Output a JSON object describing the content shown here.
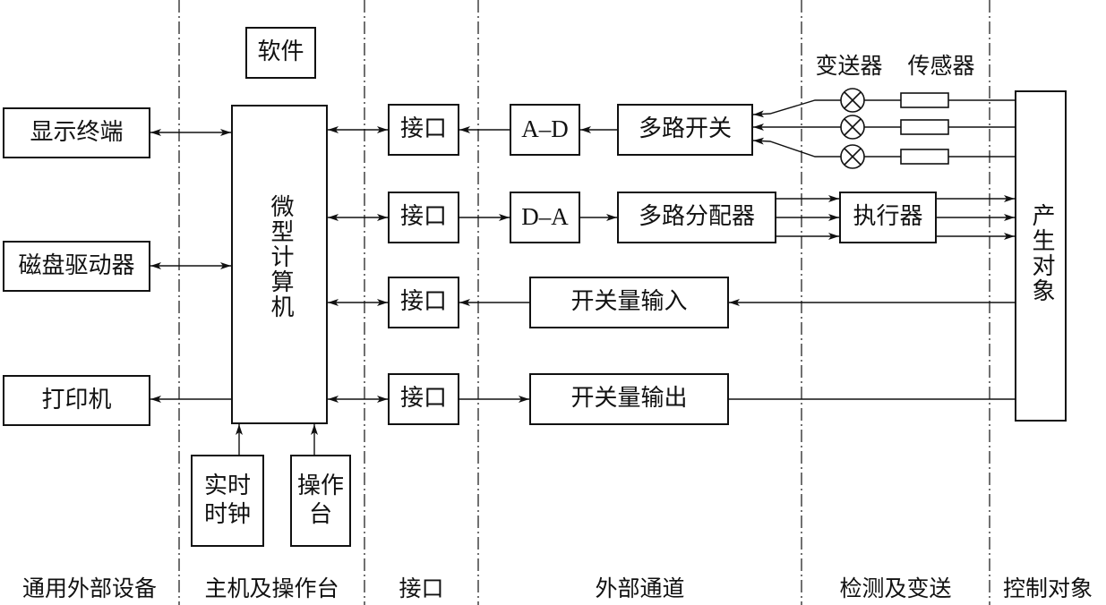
{
  "columns": {
    "general_peripherals": "通用外部设备",
    "host_and_console": "主机及操作台",
    "interface": "接口",
    "external_channel": "外部通道",
    "detection_transmission": "检测及变送",
    "control_object": "控制对象"
  },
  "peripherals": {
    "display_terminal": "显示终端",
    "disk_drive": "磁盘驱动器",
    "printer": "打印机"
  },
  "host": {
    "software": "软件",
    "microcomputer": "微型计算机",
    "realtime_clock": "实时时钟",
    "console": "操作台"
  },
  "interfaces": [
    "接口",
    "接口",
    "接口",
    "接口"
  ],
  "channels": {
    "ad": "A–D",
    "da": "D–A",
    "multiplexer": "多路开关",
    "distributor": "多路分配器",
    "digital_input": "开关量输入",
    "digital_output": "开关量输出"
  },
  "detection": {
    "transmitter": "变送器",
    "sensor": "传感器",
    "actuator": "执行器"
  },
  "control": {
    "process_object": "产生对象"
  }
}
